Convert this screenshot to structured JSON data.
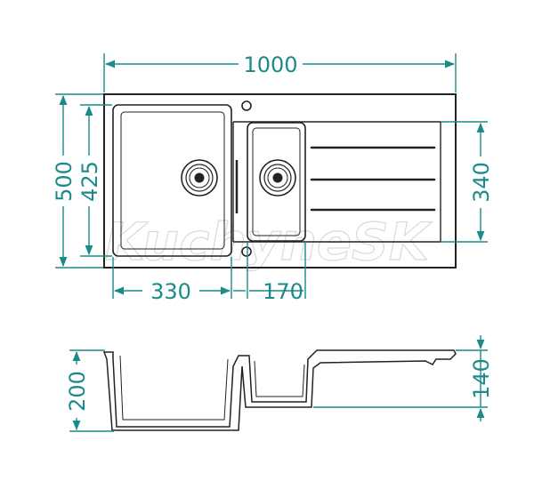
{
  "dimensions": {
    "overall_width": "1000",
    "overall_depth": "500",
    "main_bowl_depth": "425",
    "small_bowl_depth": "340",
    "main_bowl_width": "330",
    "small_bowl_width": "170",
    "main_bowl_height": "200",
    "small_bowl_height": "140"
  },
  "watermark": "KuchyneSK",
  "colors": {
    "dimension": "#1a8a8a",
    "outline": "#222222",
    "watermark": "#d9d9d9"
  }
}
